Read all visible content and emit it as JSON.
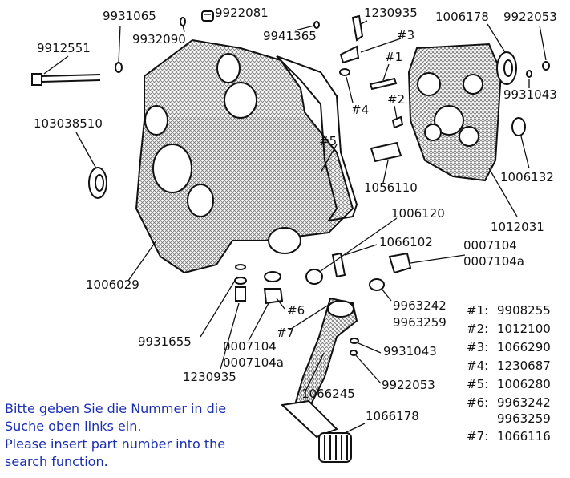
{
  "colors": {
    "ink": "#111111",
    "note": "#1a2fb0",
    "hatch": "#8a8a8a"
  },
  "labels": {
    "p9931065": "9931065",
    "p9922081": "9922081",
    "p1230935_top": "1230935",
    "p1006178": "1006178",
    "p9922053_top": "9922053",
    "p9932090": "9932090",
    "p9941365": "9941365",
    "h3": "#3",
    "p9912551": "9912551",
    "h1": "#1",
    "p9931043_top": "9931043",
    "h4": "#4",
    "h2": "#2",
    "p103038510": "103038510",
    "h5": "#5",
    "p1006132": "1006132",
    "p1056110": "1056110",
    "p1006120": "1006120",
    "p1012031": "1012031",
    "p1066102": "1066102",
    "p0007104_r": "0007104",
    "p0007104a_r": "0007104a",
    "p1006029": "1006029",
    "h6": "#6",
    "p9963242": "9963242",
    "p9963259": "9963259",
    "h7": "#7",
    "p9931655": "9931655",
    "p0007104_b": "0007104",
    "p0007104a_b": "0007104a",
    "p9931043_b": "9931043",
    "p1230935_b": "1230935",
    "p9922053_b": "9922053",
    "p1066245": "1066245",
    "p1066178": "1066178"
  },
  "legend": [
    {
      "key": "#1:",
      "value": "9908255"
    },
    {
      "key": "#2:",
      "value": "1012100"
    },
    {
      "key": "#3:",
      "value": "1066290"
    },
    {
      "key": "#4:",
      "value": "1230687"
    },
    {
      "key": "#5:",
      "value": "1006280"
    },
    {
      "key": "#6:",
      "value": "9963242"
    },
    {
      "key": "",
      "value": "9963259"
    },
    {
      "key": "#7:",
      "value": "1066116"
    }
  ],
  "note": {
    "de_line1": "Bitte geben Sie die Nummer in die",
    "de_line2": "Suche oben links ein.",
    "en_line1": "Please insert part number into the",
    "en_line2": "search function."
  }
}
